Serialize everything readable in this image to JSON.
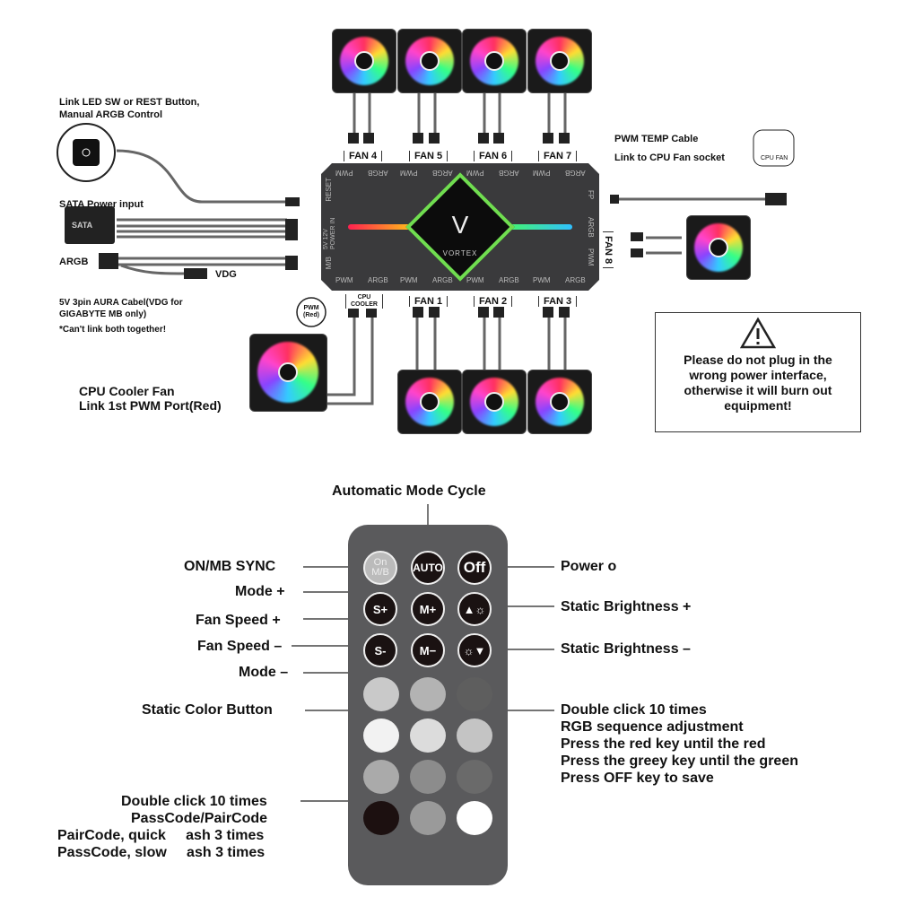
{
  "top_labels": {
    "led_sw": "Link LED SW or REST Button,\nManual ARGB Control",
    "sata": "SATA Power input",
    "sata_plug": "SATA",
    "argb": "ARGB",
    "vdg": "VDG",
    "aura": "5V 3pin AURA Cabel(VDG for\nGIGABYTE MB only)",
    "cant_link": "*Can't link both together!",
    "pwm_red": "PWM\n(Red)",
    "cpu_cooler_fan": "CPU Cooler Fan\nLink 1st PWM Port(Red)",
    "pwm_temp": "PWM TEMP Cable",
    "cpu_socket": "Link to CPU Fan socket",
    "cpu_fan_tag": "CPU FAN"
  },
  "hub": {
    "brand": "VORTEX",
    "top_ports": [
      "PWM",
      "ARGB",
      "PWM",
      "ARGB",
      "PWM",
      "ARGB",
      "PWM",
      "ARGB"
    ],
    "bottom_ports": [
      "PWM",
      "ARGB",
      "PWM",
      "ARGB",
      "PWM",
      "ARGB",
      "PWM",
      "ARGB"
    ],
    "left_ports": [
      "RESET",
      "5V 12V POWER IN",
      "M/B"
    ],
    "right_ports": [
      "FP",
      "ARGB",
      "PWM"
    ],
    "fans_top": [
      "FAN 4",
      "FAN 5",
      "FAN 6",
      "FAN 7"
    ],
    "fans_bottom": [
      "CPU\nCOOLER",
      "FAN 1",
      "FAN 2",
      "FAN 3"
    ],
    "fan8": "FAN 8"
  },
  "warning": {
    "text": "Please do not plug in the wrong power interface, otherwise it will burn out equipment!",
    "icon": "warning-triangle-icon"
  },
  "remote": {
    "title": "Automatic Mode Cycle",
    "buttons": [
      "On\nM/B",
      "AUTO",
      "Off",
      "S+",
      "M+",
      "",
      "S-",
      "M−",
      ""
    ],
    "left_labels": [
      "ON/MB SYNC",
      "Mode +",
      "Fan Speed +",
      "Fan Speed –",
      "Mode –",
      "Static Color Button",
      "Double click 10 times",
      "PassCode/PairCode",
      "PairCode, quick     ash 3 times",
      "PassCode, slow     ash 3 times"
    ],
    "right_labels": [
      "Power o",
      "Static Brightness +",
      "Static Brightness –",
      "Double click 10 times",
      "RGB sequence adjustment",
      "Press the red key until the red",
      "Press the greey key until the green",
      "Press OFF key to save"
    ],
    "color_buttons": [
      "#c9c9c9",
      "#b3b3b3",
      "#5e5e5e",
      "#f2f2f2",
      "#dcdcdc",
      "#c4c4c4",
      "#aaaaaa",
      "#8c8c8c",
      "#6a6a6a",
      "#1c1010",
      "#9a9a9a",
      "#ffffff"
    ]
  }
}
